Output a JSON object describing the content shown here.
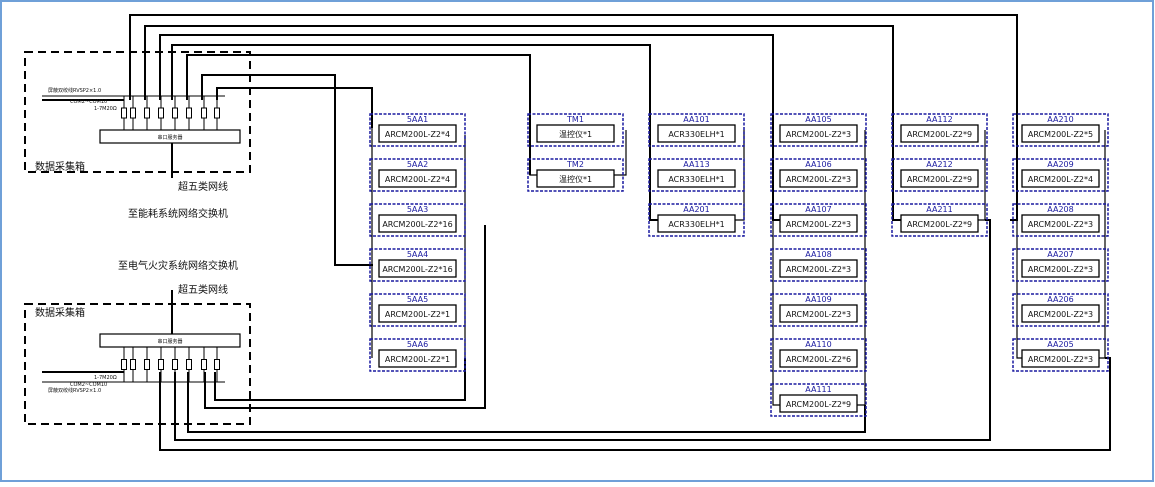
{
  "box_label": "数据采集箱",
  "serial_server": "串口服务器",
  "cable_spec": "屏蔽双绞线RVSP2×1.0",
  "com_label": "COM2~COM10",
  "termination": "1-7M20Ω",
  "top_network_cable": "超五类网线",
  "top_network_target": "至能耗系统网络交换机",
  "bottom_network_target": "至电气火灾系统网络交换机",
  "bottom_network_cable": "超五类网线",
  "meters": [
    {
      "id": "5AA1",
      "model": "ARCM200L-Z2*4"
    },
    {
      "id": "5AA2",
      "model": "ARCM200L-Z2*4"
    },
    {
      "id": "5AA3",
      "model": "ARCM200L-Z2*16"
    },
    {
      "id": "5AA4",
      "model": "ARCM200L-Z2*16"
    },
    {
      "id": "5AA5",
      "model": "ARCM200L-Z2*1"
    },
    {
      "id": "5AA6",
      "model": "ARCM200L-Z2*1"
    },
    {
      "id": "TM1",
      "model": "温控仪*1"
    },
    {
      "id": "TM2",
      "model": "温控仪*1"
    },
    {
      "id": "AA101",
      "model": "ACR330ELH*1"
    },
    {
      "id": "AA113",
      "model": "ACR330ELH*1"
    },
    {
      "id": "AA201",
      "model": "ACR330ELH*1"
    },
    {
      "id": "AA105",
      "model": "ARCM200L-Z2*3"
    },
    {
      "id": "AA106",
      "model": "ARCM200L-Z2*3"
    },
    {
      "id": "AA107",
      "model": "ARCM200L-Z2*3"
    },
    {
      "id": "AA108",
      "model": "ARCM200L-Z2*3"
    },
    {
      "id": "AA109",
      "model": "ARCM200L-Z2*3"
    },
    {
      "id": "AA110",
      "model": "ARCM200L-Z2*6"
    },
    {
      "id": "AA111",
      "model": "ARCM200L-Z2*9"
    },
    {
      "id": "AA112",
      "model": "ARCM200L-Z2*9"
    },
    {
      "id": "AA212",
      "model": "ARCM200L-Z2*9"
    },
    {
      "id": "AA211",
      "model": "ARCM200L-Z2*9"
    },
    {
      "id": "AA210",
      "model": "ARCM200L-Z2*5"
    },
    {
      "id": "AA209",
      "model": "ARCM200L-Z2*4"
    },
    {
      "id": "AA208",
      "model": "ARCM200L-Z2*3"
    },
    {
      "id": "AA207",
      "model": "ARCM200L-Z2*3"
    },
    {
      "id": "AA206",
      "model": "ARCM200L-Z2*3"
    },
    {
      "id": "AA205",
      "model": "ARCM200L-Z2*3"
    }
  ],
  "colors": {
    "frame_border": "#6fa0d8",
    "meter_outline": "#1a1aa0",
    "wire": "#000000"
  }
}
